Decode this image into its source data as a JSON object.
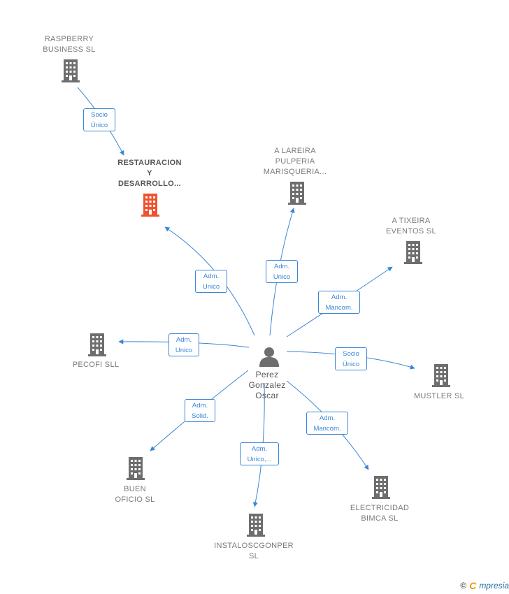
{
  "diagram": {
    "nodes": {
      "raspberry": {
        "label": "RASPBERRY\nBUSINESS  SL",
        "type": "company"
      },
      "restauracion": {
        "label": "RESTAURACION\nY\nDESARROLLO...",
        "type": "focus"
      },
      "lareira": {
        "label": "A LAREIRA\nPULPERIA\nMARISQUERIA...",
        "type": "company"
      },
      "tixeira": {
        "label": "A TIXEIRA\nEVENTOS  SL",
        "type": "company"
      },
      "pecofi": {
        "label": "PECOFI SLL",
        "type": "company"
      },
      "mustler": {
        "label": "MUSTLER SL",
        "type": "company"
      },
      "buen": {
        "label": "BUEN\nOFICIO  SL",
        "type": "company"
      },
      "instalos": {
        "label": "INSTALOSCGONPER\nSL",
        "type": "company"
      },
      "electricidad": {
        "label": "ELECTRICIDAD\nBIMCA  SL",
        "type": "company"
      },
      "perez": {
        "label": "Perez\nGonzalez\nOscar",
        "type": "person"
      }
    },
    "edges": [
      {
        "id": "e-raspberry",
        "from": "raspberry",
        "to": "restauracion",
        "label": "Socio\nÚnico"
      },
      {
        "id": "e-restauracion",
        "from": "perez",
        "to": "restauracion",
        "label": "Adm.\nUnico"
      },
      {
        "id": "e-lareira",
        "from": "perez",
        "to": "lareira",
        "label": "Adm.\nUnico"
      },
      {
        "id": "e-tixeira",
        "from": "perez",
        "to": "tixeira",
        "label": "Adm.\nMancom."
      },
      {
        "id": "e-pecofi",
        "from": "perez",
        "to": "pecofi",
        "label": "Adm.\nUnico"
      },
      {
        "id": "e-mustler",
        "from": "perez",
        "to": "mustler",
        "label": "Socio\nÚnico"
      },
      {
        "id": "e-buen",
        "from": "perez",
        "to": "buen",
        "label": "Adm.\nSolid."
      },
      {
        "id": "e-instalos",
        "from": "perez",
        "to": "instalos",
        "label": "Adm.\nUnico,..."
      },
      {
        "id": "e-electricidad",
        "from": "perez",
        "to": "electricidad",
        "label": "Adm.\nMancom."
      }
    ]
  },
  "colors": {
    "edge": "#3a86d6",
    "company": "#6e6e6e",
    "focus": "#f0522e",
    "person": "#6e6e6e"
  },
  "footer": {
    "copyright": "©",
    "brand_initial": "C",
    "brand_rest": "mpresia"
  }
}
